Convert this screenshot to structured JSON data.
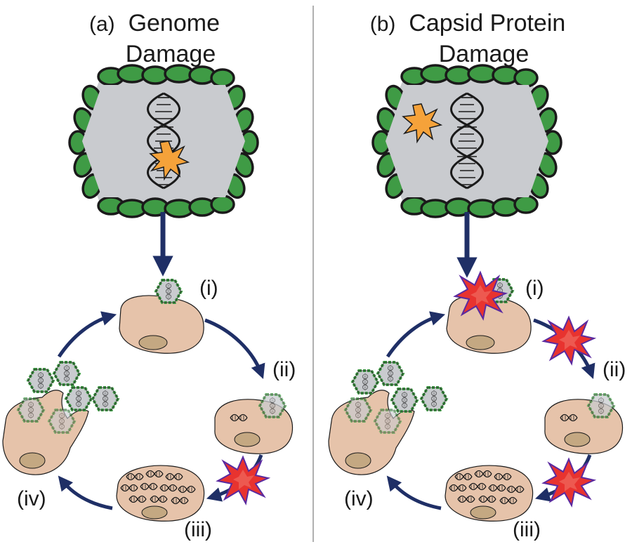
{
  "panels": [
    {
      "id": "a",
      "letter": "(a)",
      "title_line1": "Genome",
      "title_line2": "Damage",
      "damage_site": "genome",
      "stages": [
        "(i)",
        "(ii)",
        "(iii)",
        "(iv)"
      ]
    },
    {
      "id": "b",
      "letter": "(b)",
      "title_line1": "Capsid Protein",
      "title_line2": "Damage",
      "damage_site": "capsid",
      "stages": [
        "(i)",
        "(ii)",
        "(iii)",
        "(iv)"
      ]
    }
  ],
  "colors": {
    "capsid_green": "#3f9b45",
    "virion_gray": "#c9cbcf",
    "cell_tan": "#e6c3aa",
    "nucleus": "#c4a882",
    "arrow_navy": "#1f2f66",
    "damage_star": "#f5a23a",
    "block_star": "#e8332f",
    "divider": "#b0b0b0"
  },
  "icons": [
    "dna-icon",
    "damage-star-icon",
    "block-star-icon",
    "virion-icon",
    "host-cell-icon",
    "cycle-arrow-icon"
  ]
}
